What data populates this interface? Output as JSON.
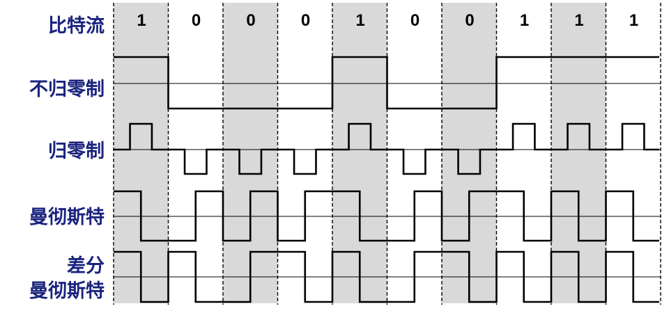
{
  "labels": {
    "bitstream": "比特流",
    "nrz": "不归零制",
    "rz": "归零制",
    "manchester": "曼彻斯特",
    "diff_line1": "差分",
    "diff_line2": "曼彻斯特"
  },
  "bits": [
    "1",
    "0",
    "0",
    "0",
    "1",
    "0",
    "0",
    "1",
    "1",
    "1"
  ],
  "shaded_periods": [
    0,
    2,
    4,
    6,
    8
  ],
  "encodings": {
    "nrz": [
      1,
      0,
      0,
      0,
      1,
      0,
      0,
      1,
      1,
      1
    ],
    "rz": [
      1,
      -1,
      -1,
      -1,
      1,
      -1,
      -1,
      1,
      1,
      1
    ],
    "manchester": [
      [
        1,
        0
      ],
      [
        0,
        1
      ],
      [
        0,
        1
      ],
      [
        0,
        1
      ],
      [
        1,
        0
      ],
      [
        0,
        1
      ],
      [
        0,
        1
      ],
      [
        1,
        0
      ],
      [
        1,
        0
      ],
      [
        1,
        0
      ]
    ],
    "diff_manchester": [
      [
        1,
        0
      ],
      [
        1,
        0
      ],
      [
        0,
        1
      ],
      [
        1,
        0
      ],
      [
        1,
        0
      ],
      [
        0,
        1
      ],
      [
        1,
        0
      ],
      [
        1,
        0
      ],
      [
        1,
        0
      ],
      [
        1,
        0
      ]
    ]
  },
  "colors": {
    "label": "#1a237e",
    "shade": "#d9d9d9",
    "wave": "#000000",
    "baseline": "#000000"
  }
}
